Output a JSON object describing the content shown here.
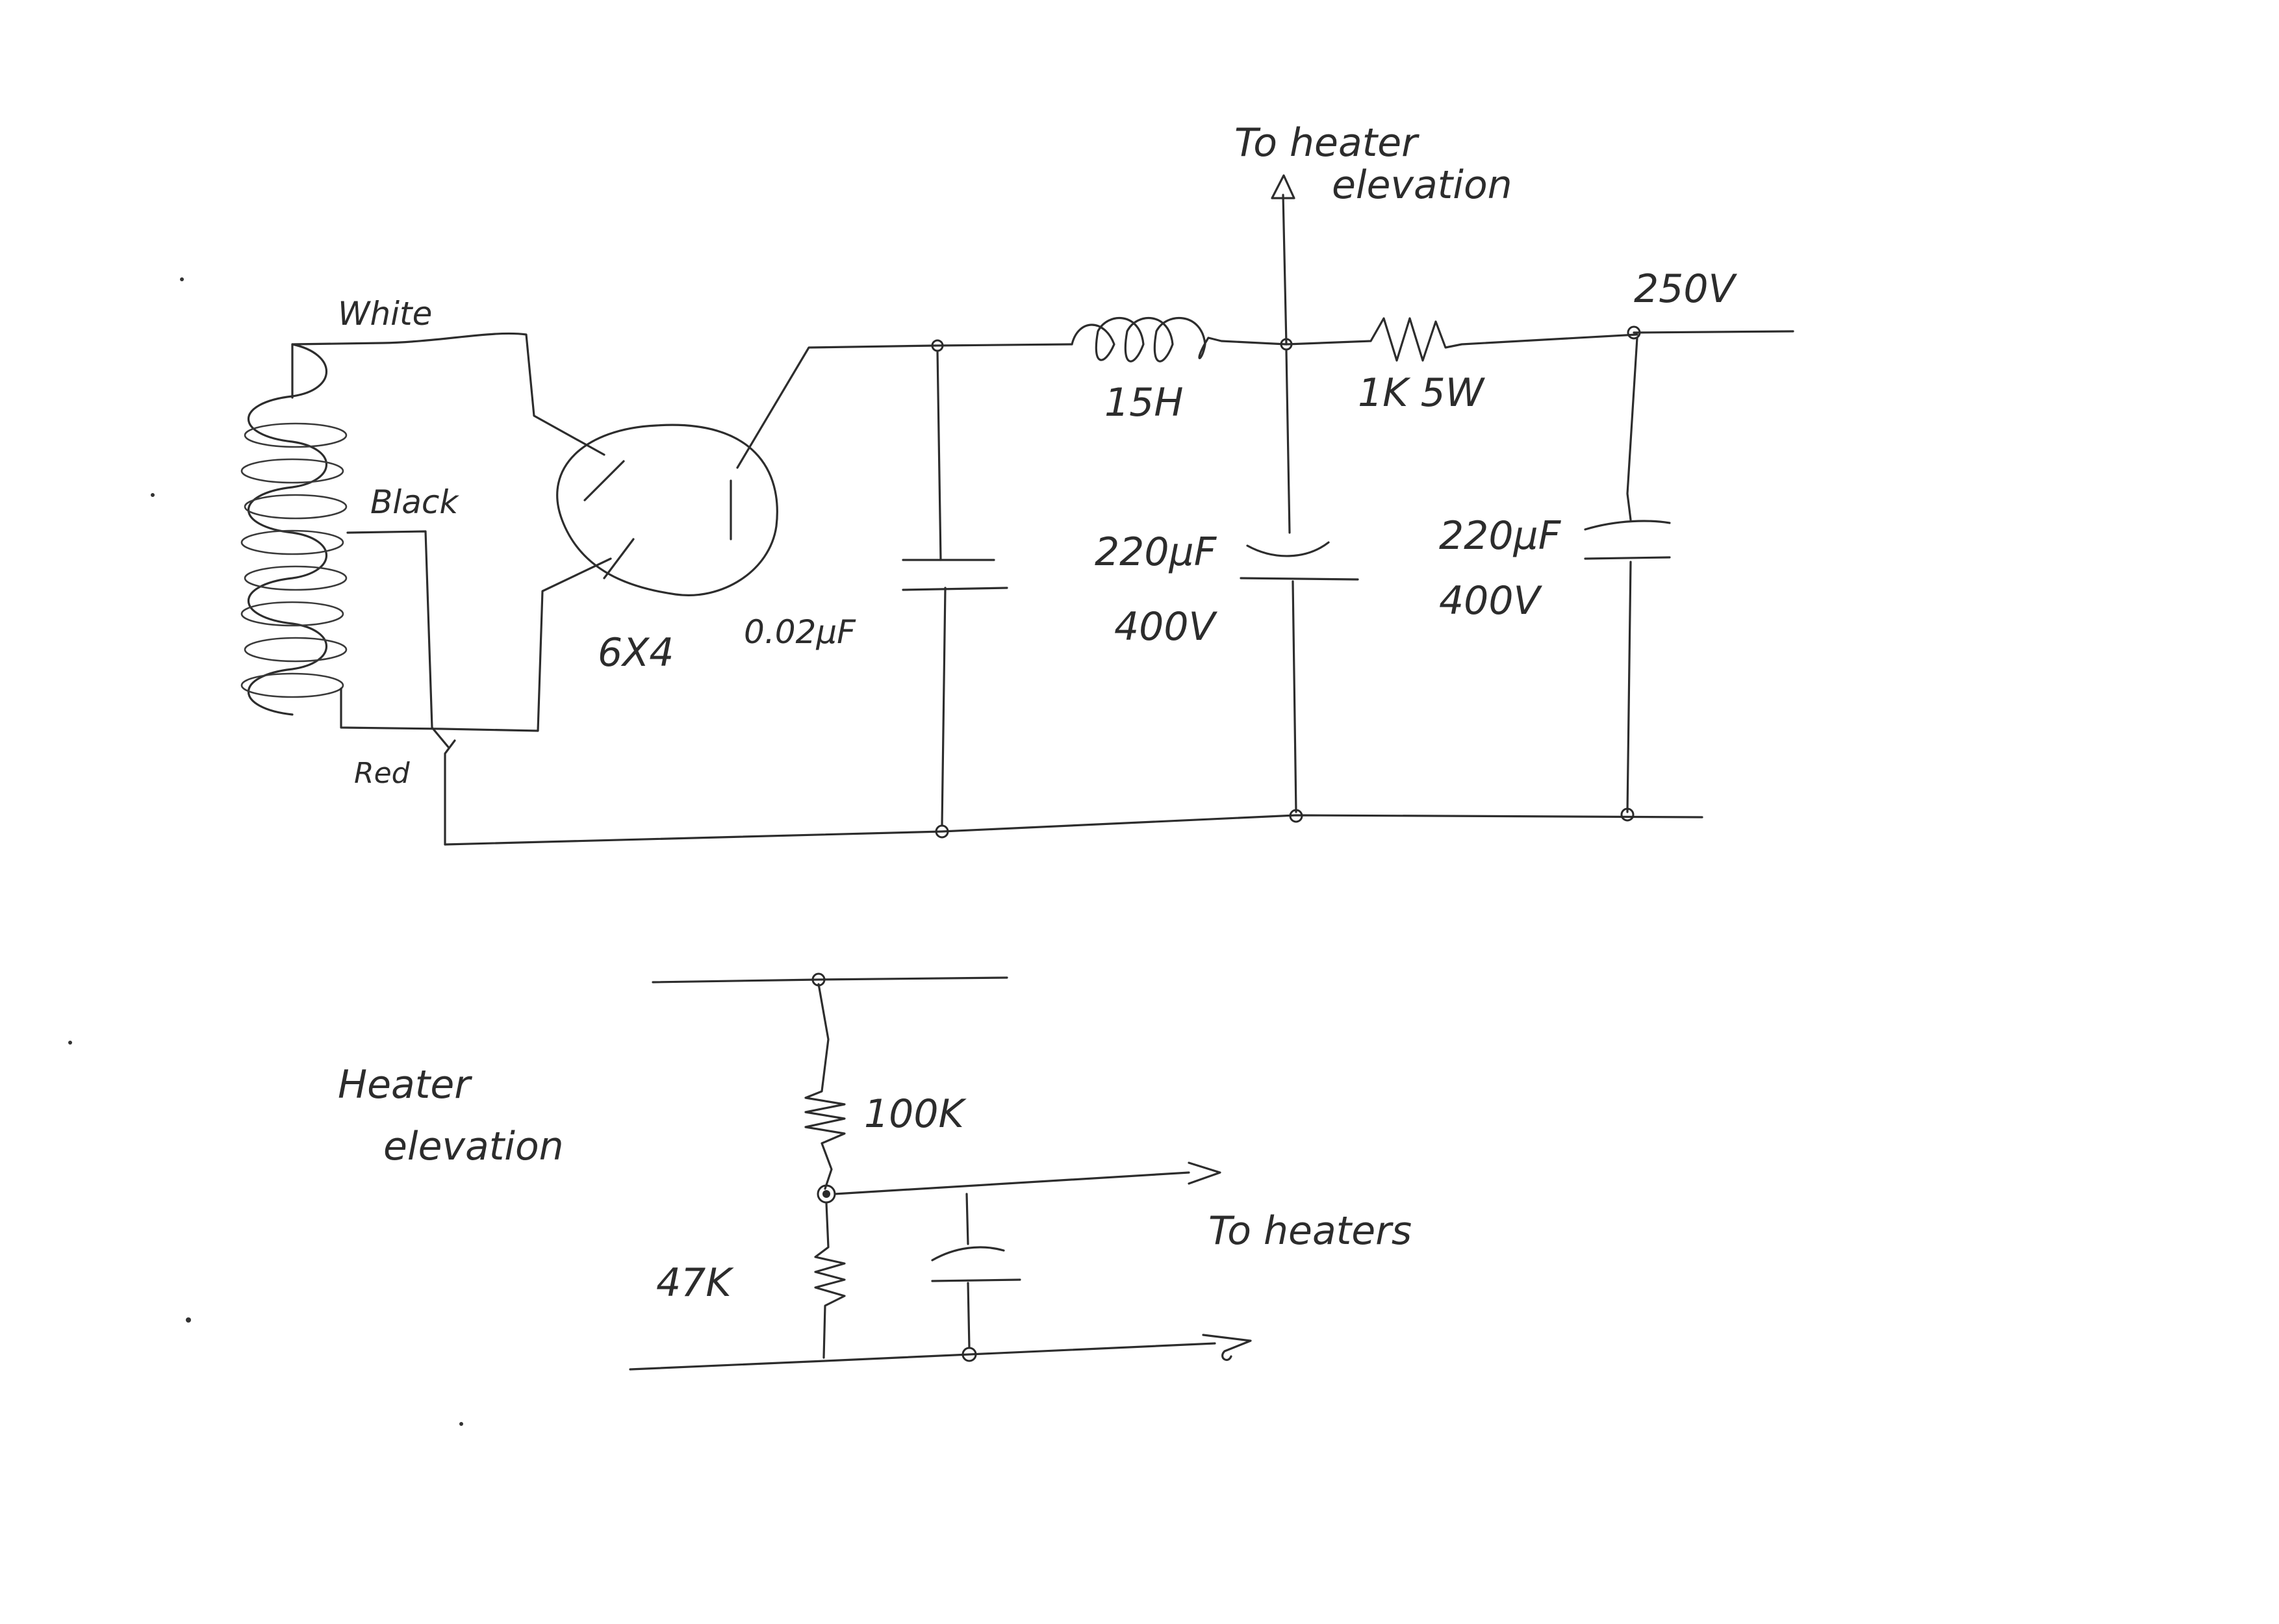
{
  "power_supply": {
    "labels": {
      "white": "White",
      "black": "Black",
      "red": "Red",
      "tube": "6X4",
      "cap_small": "0.02µF",
      "choke": "15H",
      "resistor": "1K 5W",
      "cap1_value": "220µF",
      "cap1_voltage": "400V",
      "cap2_value": "220µF",
      "cap2_voltage": "400V",
      "output": "250V",
      "to_heater_line1": "To heater",
      "to_heater_line2": "elevation"
    }
  },
  "heater_elevation": {
    "title_line1": "Heater",
    "title_line2": "elevation",
    "r_top": "100K",
    "r_bottom": "47K",
    "output": "To heaters"
  }
}
